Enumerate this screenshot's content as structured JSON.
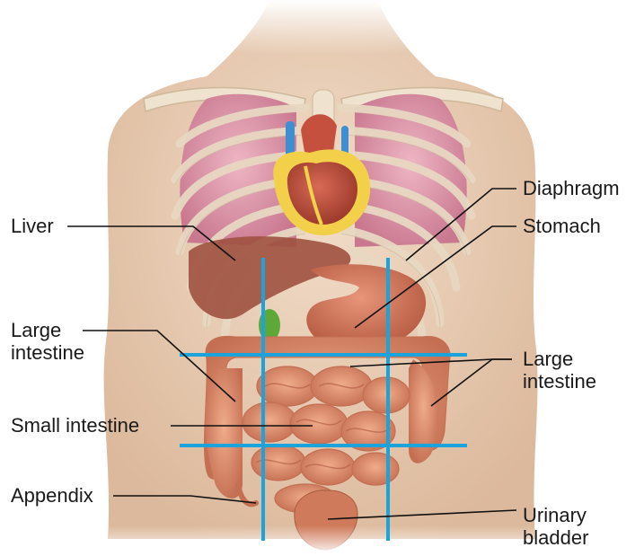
{
  "labels": {
    "liver": "Liver",
    "large_intestine_left_1": "Large",
    "large_intestine_left_2": "intestine",
    "small_intestine": "Small intestine",
    "appendix": "Appendix",
    "diaphragm": "Diaphragm",
    "stomach": "Stomach",
    "large_intestine_right_1": "Large",
    "large_intestine_right_2": "intestine",
    "urinary_bladder_1": "Urinary",
    "urinary_bladder_2": "bladder"
  },
  "colors": {
    "skin": "#ecd3bd",
    "skin_shadow": "#dcb99c",
    "bone": "#efe2cf",
    "bone_edge": "#cdb89a",
    "lung": "#e6a3b4",
    "lung_dark": "#c97890",
    "heart": "#c6503e",
    "fat": "#f2d04a",
    "vessel_blue": "#3f8fd0",
    "liver": "#9e5140",
    "stomach": "#d57c5e",
    "intestine": "#e69a78",
    "intestine_dark": "#c46e52",
    "bladder": "#cf7a5a",
    "gallbladder": "#5ea83a",
    "region_lines": "#1ba3dc",
    "leader_lines": "#111111"
  }
}
